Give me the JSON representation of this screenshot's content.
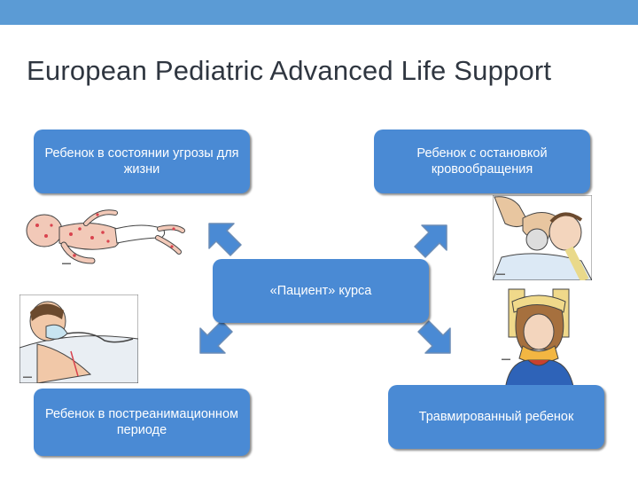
{
  "slide": {
    "title": "European Pediatric Advanced Life Support"
  },
  "boxes": {
    "top_left": "Ребенок в состоянии угрозы для жизни",
    "top_right": "Ребенок с остановкой кровообращения",
    "center": "«Пациент» курса",
    "bottom_left": "Ребенок в постреанимационном периоде",
    "bottom_right": "Травмированный ребенок"
  },
  "colors": {
    "top_bar": "#5b9bd5",
    "box_fill": "#4a8ad4",
    "box_text": "#ffffff",
    "title_text": "#2f3640"
  }
}
